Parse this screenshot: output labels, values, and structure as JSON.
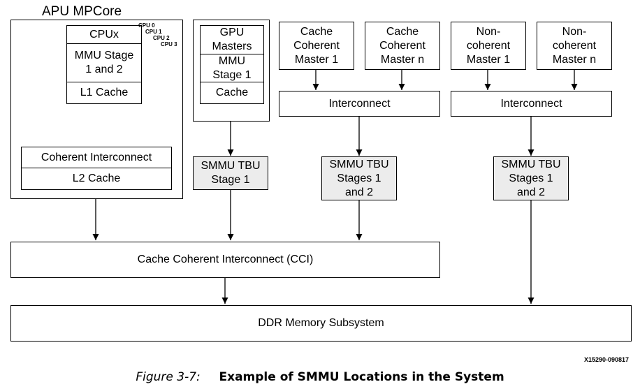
{
  "apu": {
    "title": "APU MPCore",
    "cpux": "CPUx",
    "mmu_stage": "MMU Stage\n1 and 2",
    "l1_cache": "L1 Cache",
    "cpu_tags": [
      "CPU 0",
      "CPU 1",
      "CPU 2",
      "CPU 3"
    ],
    "coherent_interconnect": "Coherent Interconnect",
    "l2_cache": "L2 Cache"
  },
  "gpu": {
    "masters": "GPU\nMasters",
    "mmu": "MMU\nStage 1",
    "cache": "Cache",
    "tbu": "SMMU TBU\nStage 1"
  },
  "cache_coherent": {
    "master_1": "Cache\nCoherent\nMaster 1",
    "master_n": "Cache\nCoherent\nMaster n",
    "interconnect": "Interconnect",
    "tbu": "SMMU TBU\nStages 1\nand 2"
  },
  "non_coherent": {
    "master_1": "Non-\ncoherent\nMaster 1",
    "master_n": "Non-\ncoherent\nMaster n",
    "interconnect": "Interconnect",
    "tbu": "SMMU TBU\nStages 1\nand 2"
  },
  "cci": "Cache Coherent Interconnect (CCI)",
  "ddr": "DDR Memory Subsystem",
  "figure_id": "X15290-090817",
  "caption": {
    "number": "Figure 3-7:",
    "text": "Example of SMMU Locations in the System"
  }
}
